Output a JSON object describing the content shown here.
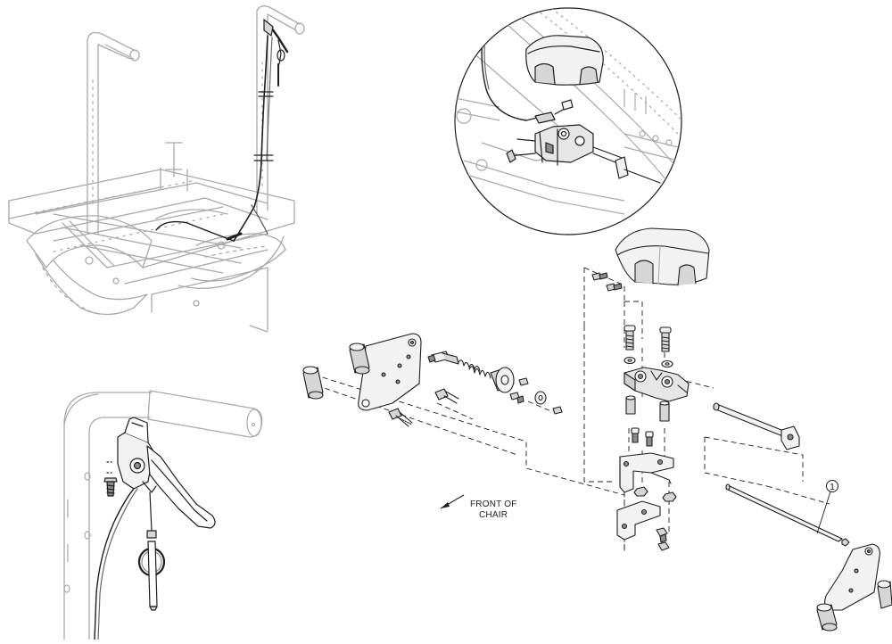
{
  "annotations": {
    "front_of_chair_line1": "FRONT OF",
    "front_of_chair_line2": "CHAIR",
    "callout_1": "1"
  },
  "colors": {
    "line": "#1e1e1e",
    "ghost": "#a9a9a9",
    "fill_light": "#f2f2f2",
    "fill_mid": "#d6d6d6",
    "fill_dark": "#8c8c8c"
  }
}
